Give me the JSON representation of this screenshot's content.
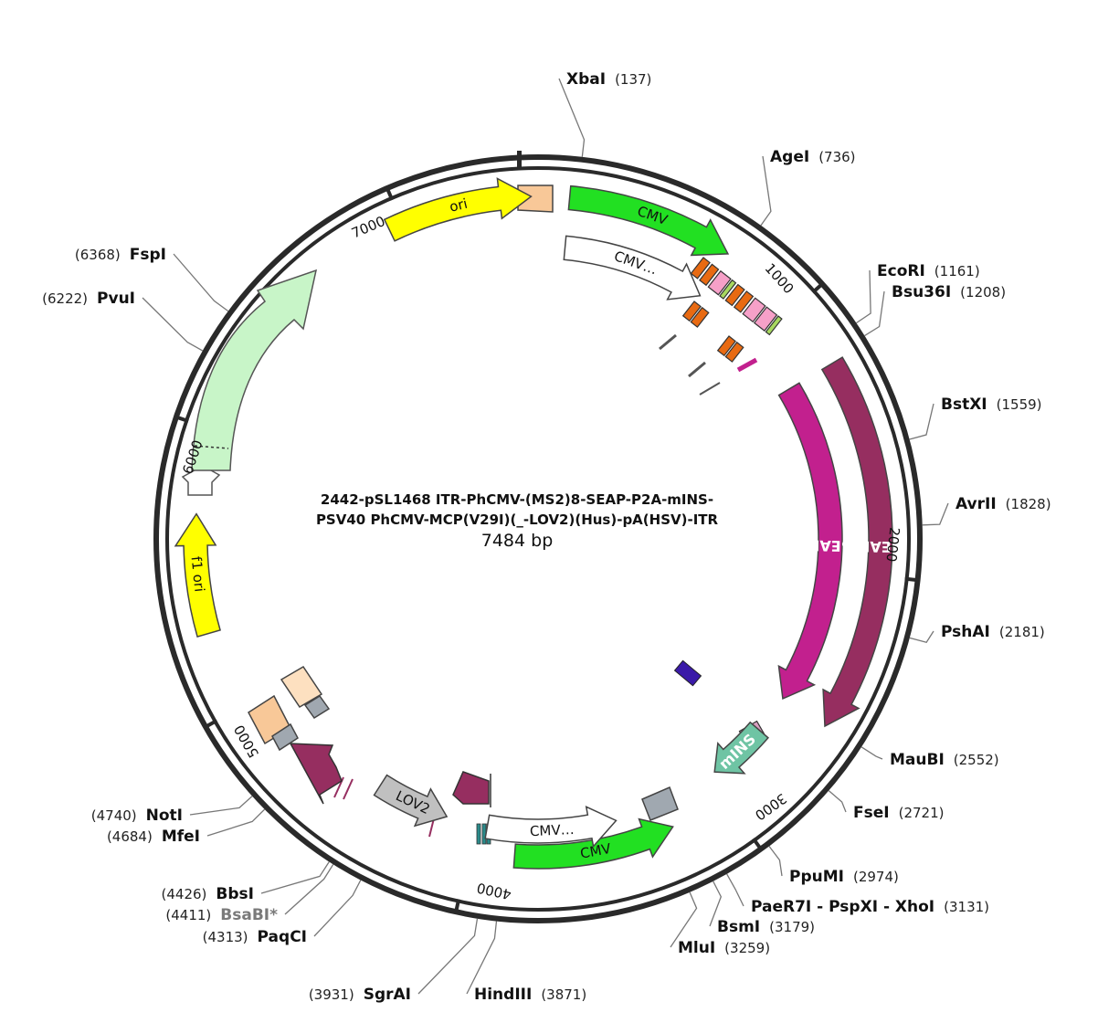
{
  "plasmid": {
    "name_line1": "2442-pSL1468 ITR-PhCMV-(MS2)8-SEAP-P2A-mINS-",
    "name_line2": "PSV40 PhCMV-MCP(V29I)(_-LOV2)(Hus)-pA(HSV)-ITR",
    "size_label": "7484 bp",
    "length_bp": 7484
  },
  "ticks": [
    {
      "label": "1000",
      "pos": 1000
    },
    {
      "label": "2000",
      "pos": 2000
    },
    {
      "label": "3000",
      "pos": 3000
    },
    {
      "label": "4000",
      "pos": 4000
    },
    {
      "label": "5000",
      "pos": 5000
    },
    {
      "label": "6000",
      "pos": 6000
    },
    {
      "label": "7000",
      "pos": 7000
    }
  ],
  "sites": [
    {
      "name": "XbaI",
      "pos_label": "(137)",
      "pos": 137
    },
    {
      "name": "AgeI",
      "pos_label": "(736)",
      "pos": 736
    },
    {
      "name": "EcoRI",
      "pos_label": "(1161)",
      "pos": 1161
    },
    {
      "name": "Bsu36I",
      "pos_label": "(1208)",
      "pos": 1208
    },
    {
      "name": "BstXI",
      "pos_label": "(1559)",
      "pos": 1559
    },
    {
      "name": "AvrII",
      "pos_label": "(1828)",
      "pos": 1828
    },
    {
      "name": "PshAI",
      "pos_label": "(2181)",
      "pos": 2181
    },
    {
      "name": "MauBI",
      "pos_label": "(2552)",
      "pos": 2552
    },
    {
      "name": "FseI",
      "pos_label": "(2721)",
      "pos": 2721
    },
    {
      "name": "PpuMI",
      "pos_label": "(2974)",
      "pos": 2974
    },
    {
      "name": "PaeR7I - PspXI - XhoI",
      "pos_label": "(3131)",
      "pos": 3131
    },
    {
      "name": "BsmI",
      "pos_label": "(3179)",
      "pos": 3179
    },
    {
      "name": "MluI",
      "pos_label": "(3259)",
      "pos": 3259
    },
    {
      "name": "HindIII",
      "pos_label": "(3871)",
      "pos": 3871
    },
    {
      "name": "SgrAI",
      "pos_label": "(3931)",
      "pos": 3931
    },
    {
      "name": "PaqCI",
      "pos_label": "(4313)",
      "pos": 4313
    },
    {
      "name": "BsaBI*",
      "pos_label": "(4411)",
      "pos": 4411,
      "dim": true
    },
    {
      "name": "BbsI",
      "pos_label": "(4426)",
      "pos": 4426
    },
    {
      "name": "MfeI",
      "pos_label": "(4684)",
      "pos": 4684
    },
    {
      "name": "NotI",
      "pos_label": "(4740)",
      "pos": 4740
    },
    {
      "name": "PvuI",
      "pos_label": "(6222)",
      "pos": 6222
    },
    {
      "name": "FspI",
      "pos_label": "(6368)",
      "pos": 6368
    }
  ],
  "features": [
    {
      "id": "cmv-top",
      "label": "CMV",
      "start": 110,
      "end": 700,
      "ring": "outer",
      "direction": "cw",
      "color": "#22e022"
    },
    {
      "id": "cmv-ghost-top",
      "label": "CMV…",
      "start": 110,
      "end": 700,
      "ring": "inner",
      "direction": "cw",
      "color": "#ffffff"
    },
    {
      "id": "seap-outer",
      "label": "SEAP",
      "start": 1230,
      "end": 2560,
      "ring": "outer",
      "direction": "cw",
      "color": "#962e60"
    },
    {
      "id": "seap-inner",
      "label": "SEAP",
      "start": 1230,
      "end": 2560,
      "ring": "inner",
      "direction": "cw",
      "color": "#c2208e"
    },
    {
      "id": "mins",
      "label": "mINS",
      "start": 2720,
      "end": 2970,
      "ring": "inner",
      "direction": "cw",
      "color": "#6fc4a4"
    },
    {
      "id": "cmv-bottom",
      "label": "CMV",
      "start": 3220,
      "end": 3830,
      "ring": "mid",
      "direction": "ccw",
      "color": "#22e022"
    },
    {
      "id": "cmv-ghost-bottom",
      "label": "CMV…",
      "start": 3420,
      "end": 3950,
      "ring": "inner",
      "direction": "ccw",
      "color": "#ffffff"
    },
    {
      "id": "lov2",
      "label": "LOV2",
      "start": 4120,
      "end": 4420,
      "ring": "inner",
      "direction": "ccw",
      "color": "#c0c0c0"
    },
    {
      "id": "f1-ori",
      "label": "f1 ori",
      "start": 5280,
      "end": 5700,
      "ring": "outer",
      "direction": "cw",
      "color": "#ffff00"
    },
    {
      "id": "ori",
      "label": "ori",
      "start": 6950,
      "end": 7460,
      "ring": "outer",
      "direction": "cw",
      "color": "#ffff00"
    }
  ],
  "colors": {
    "backbone": "#2a2a2a",
    "ms2": "#e86a12",
    "pink": "#f6a0c8",
    "peach": "#f8c898",
    "grey_cap": "#a0a8b0",
    "green_light": "#c8f5c8",
    "leader": "#777777",
    "indigo": "#3a1aa8"
  }
}
